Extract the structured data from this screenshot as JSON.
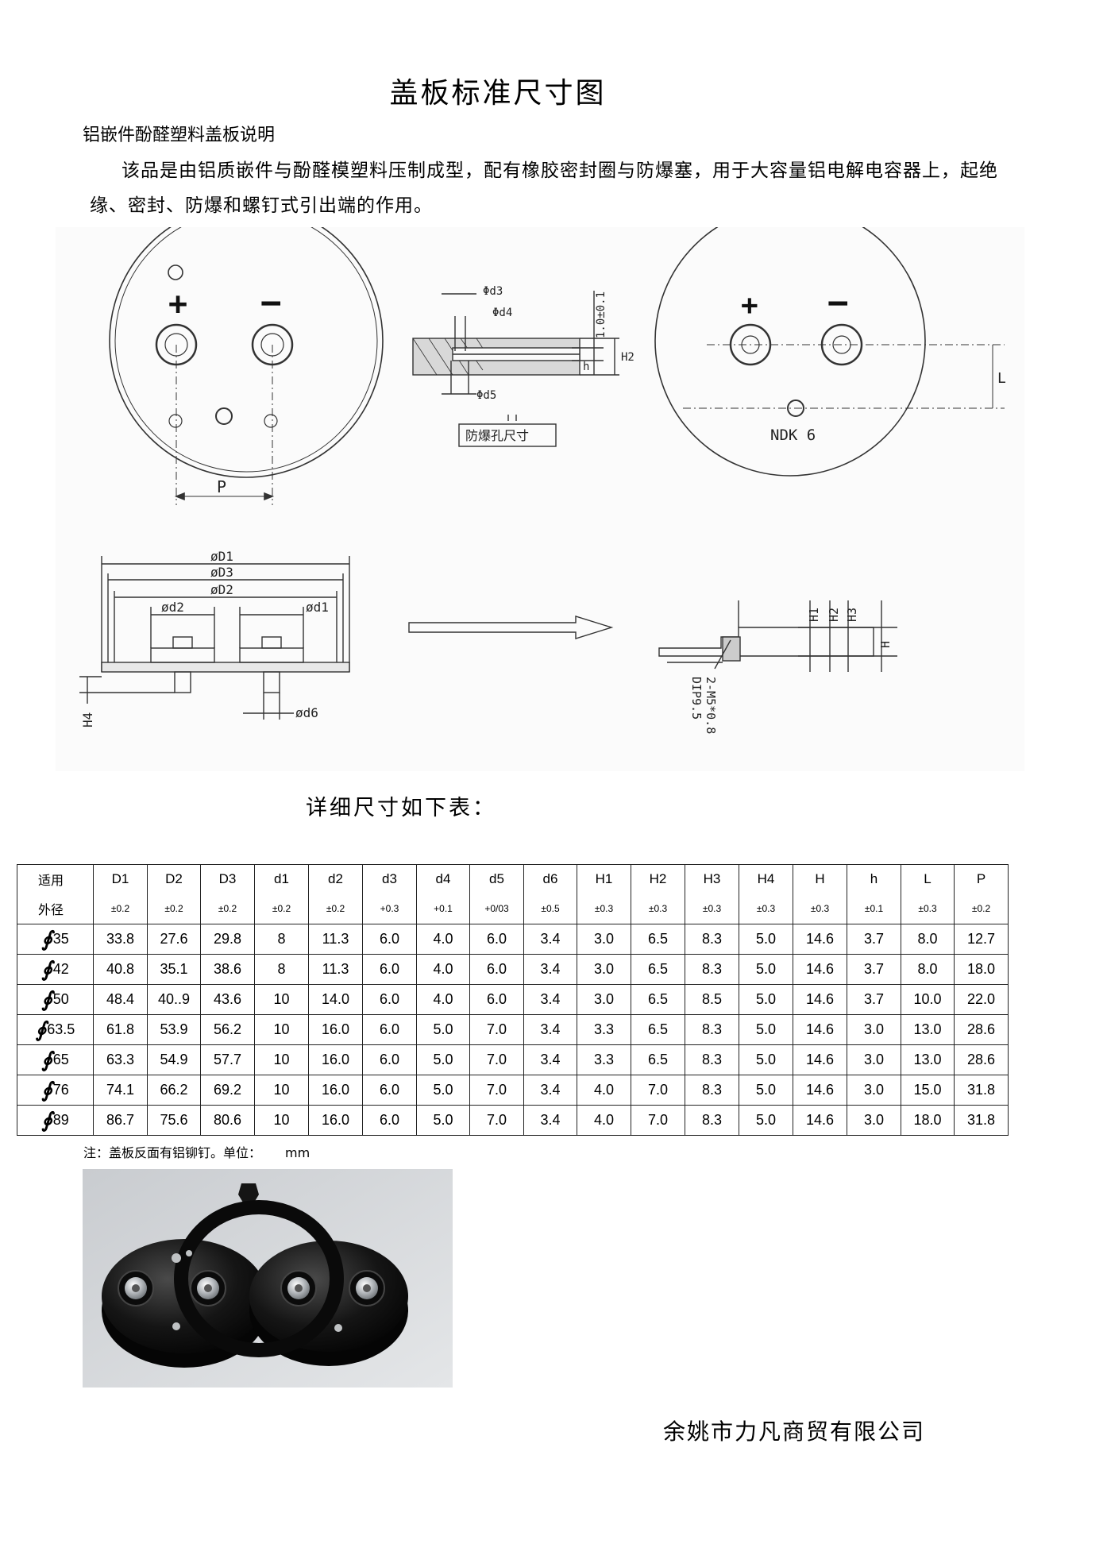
{
  "title": "盖板标准尺寸图",
  "subtitle": "铝嵌件酚醛塑料盖板说明",
  "description": "该品是由铝质嵌件与酚醛模塑料压制成型，配有橡胶密封圈与防爆塞，用于大容量铝电解电容器上，起绝缘、密封、防爆和螺钉式引出端的作用。",
  "drawing_labels": {
    "plus": "+",
    "minus": "−",
    "p": "P",
    "d3": "Φd3",
    "d4": "Φd4",
    "d5": "Φd5",
    "tol": "1.0±0.1",
    "h2": "H2",
    "h": "h",
    "vent_box": "防爆孔尺寸",
    "l": "L",
    "ndk": "NDK 6",
    "D1": "øD1",
    "D3": "øD3",
    "D2": "øD2",
    "d2": "ød2",
    "d1": "ød1",
    "d6": "ød6",
    "H4": "H4",
    "H1": "H1",
    "H2b": "H2",
    "H3": "H3",
    "H": "H",
    "screw1": "2-M5*0.8",
    "screw2": "DIP9.5"
  },
  "table_heading": "详细尺寸如下表：",
  "table": {
    "header_top": [
      "适用",
      "D1",
      "D2",
      "D3",
      "d1",
      "d2",
      "d3",
      "d4",
      "d5",
      "d6",
      "H1",
      "H2",
      "H3",
      "H4",
      "H",
      "h",
      "L",
      "P"
    ],
    "header_bottom": [
      "外径",
      "±0.2",
      "±0.2",
      "±0.2",
      "±0.2",
      "±0.2",
      "+0.3",
      "+0.1",
      "+0/03",
      "±0.5",
      "±0.3",
      "±0.3",
      "±0.3",
      "±0.3",
      "±0.3",
      "±0.1",
      "±0.3",
      "±0.2"
    ],
    "phi_symbol": "∮",
    "rows": [
      [
        "35",
        "33.8",
        "27.6",
        "29.8",
        "8",
        "11.3",
        "6.0",
        "4.0",
        "6.0",
        "3.4",
        "3.0",
        "6.5",
        "8.3",
        "5.0",
        "14.6",
        "3.7",
        "8.0",
        "12.7"
      ],
      [
        "42",
        "40.8",
        "35.1",
        "38.6",
        "8",
        "11.3",
        "6.0",
        "4.0",
        "6.0",
        "3.4",
        "3.0",
        "6.5",
        "8.3",
        "5.0",
        "14.6",
        "3.7",
        "8.0",
        "18.0"
      ],
      [
        "50",
        "48.4",
        "40..9",
        "43.6",
        "10",
        "14.0",
        "6.0",
        "4.0",
        "6.0",
        "3.4",
        "3.0",
        "6.5",
        "8.5",
        "5.0",
        "14.6",
        "3.7",
        "10.0",
        "22.0"
      ],
      [
        "63.5",
        "61.8",
        "53.9",
        "56.2",
        "10",
        "16.0",
        "6.0",
        "5.0",
        "7.0",
        "3.4",
        "3.3",
        "6.5",
        "8.3",
        "5.0",
        "14.6",
        "3.0",
        "13.0",
        "28.6"
      ],
      [
        "65",
        "63.3",
        "54.9",
        "57.7",
        "10",
        "16.0",
        "6.0",
        "5.0",
        "7.0",
        "3.4",
        "3.3",
        "6.5",
        "8.3",
        "5.0",
        "14.6",
        "3.0",
        "13.0",
        "28.6"
      ],
      [
        "76",
        "74.1",
        "66.2",
        "69.2",
        "10",
        "16.0",
        "6.0",
        "5.0",
        "7.0",
        "3.4",
        "4.0",
        "7.0",
        "8.3",
        "5.0",
        "14.6",
        "3.0",
        "15.0",
        "31.8"
      ],
      [
        "89",
        "86.7",
        "75.6",
        "80.6",
        "10",
        "16.0",
        "6.0",
        "5.0",
        "7.0",
        "3.4",
        "4.0",
        "7.0",
        "8.3",
        "5.0",
        "14.6",
        "3.0",
        "18.0",
        "31.8"
      ]
    ]
  },
  "note": {
    "text": "注：盖板反面有铝铆钉。单位：",
    "unit": "mm"
  },
  "company": "余姚市力凡商贸有限公司"
}
